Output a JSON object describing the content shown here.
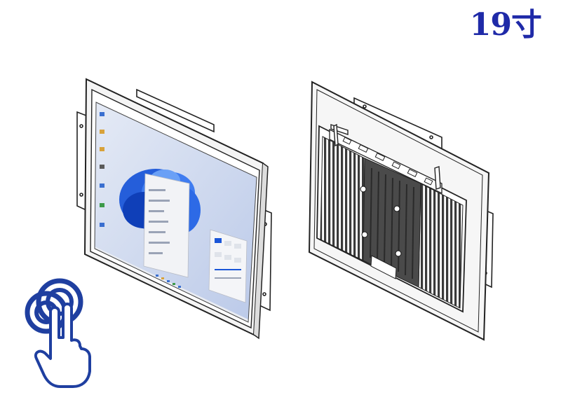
{
  "title": "19寸",
  "colors": {
    "title": "#1f2aa8",
    "touch_icon": "#1f3fa0",
    "line": "#222222",
    "wallpaper": "#cfd9ef",
    "win_blue": "#1b56d8",
    "heatsink": "#3a3a3a"
  },
  "icons": [
    "front-monitor-illustration",
    "rear-monitor-illustration",
    "multi-touch-hand-icon"
  ]
}
